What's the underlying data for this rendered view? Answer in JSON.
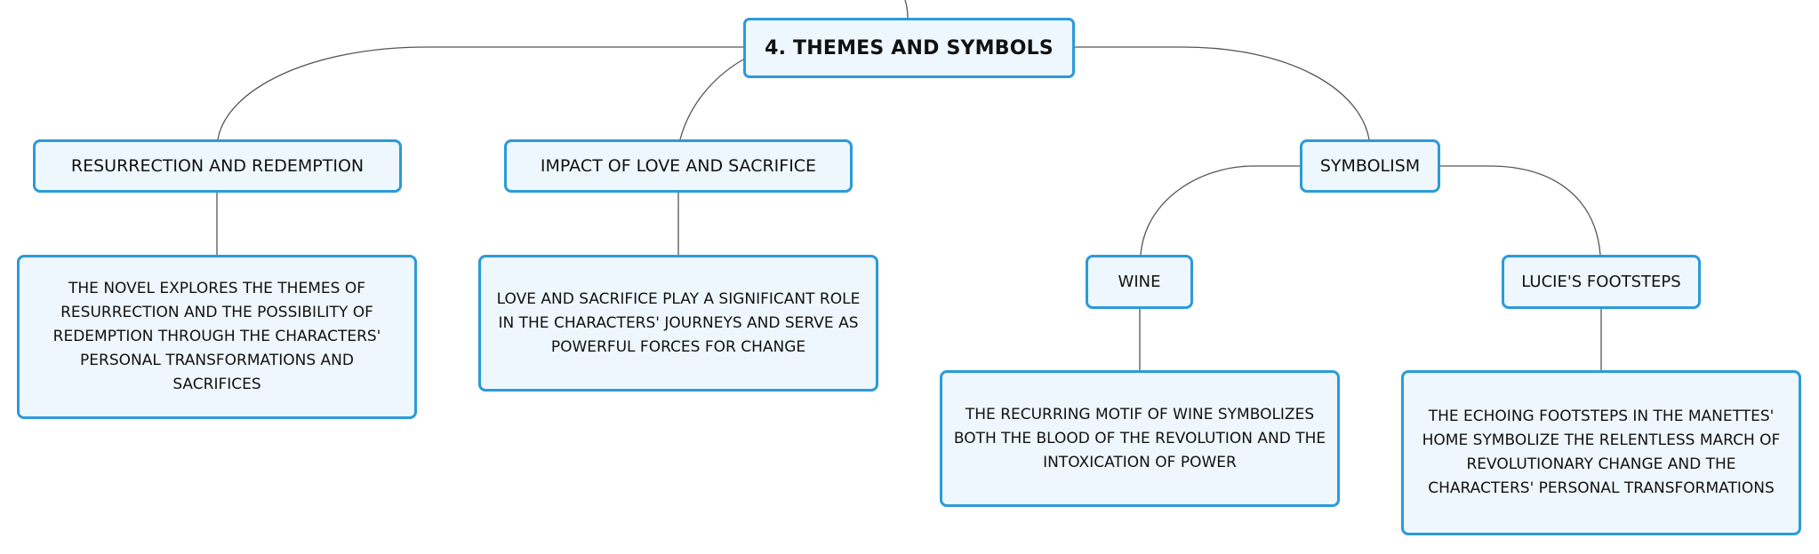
{
  "diagram": {
    "root": {
      "label": "4. THEMES AND SYMBOLS"
    },
    "branches": [
      {
        "label": "RESURRECTION AND REDEMPTION",
        "detail": "THE NOVEL EXPLORES THE THEMES OF RESURRECTION AND THE POSSIBILITY OF REDEMPTION THROUGH THE CHARACTERS' PERSONAL TRANSFORMATIONS AND SACRIFICES"
      },
      {
        "label": "IMPACT OF LOVE AND SACRIFICE",
        "detail": "LOVE AND SACRIFICE PLAY A SIGNIFICANT ROLE IN THE CHARACTERS' JOURNEYS AND SERVE AS POWERFUL FORCES FOR CHANGE"
      },
      {
        "label": "SYMBOLISM",
        "children": [
          {
            "label": "WINE",
            "detail": "THE RECURRING MOTIF OF WINE SYMBOLIZES BOTH THE BLOOD OF THE REVOLUTION AND THE INTOXICATION OF POWER"
          },
          {
            "label": "LUCIE'S FOOTSTEPS",
            "detail": "THE ECHOING FOOTSTEPS IN THE MANETTES' HOME SYMBOLIZE THE RELENTLESS MARCH OF REVOLUTIONARY CHANGE AND THE CHARACTERS' PERSONAL TRANSFORMATIONS"
          }
        ]
      }
    ]
  },
  "colors": {
    "node_border": "#2b9bd8",
    "node_fill": "#eef7fd",
    "connector": "#555555",
    "text": "#111111"
  }
}
